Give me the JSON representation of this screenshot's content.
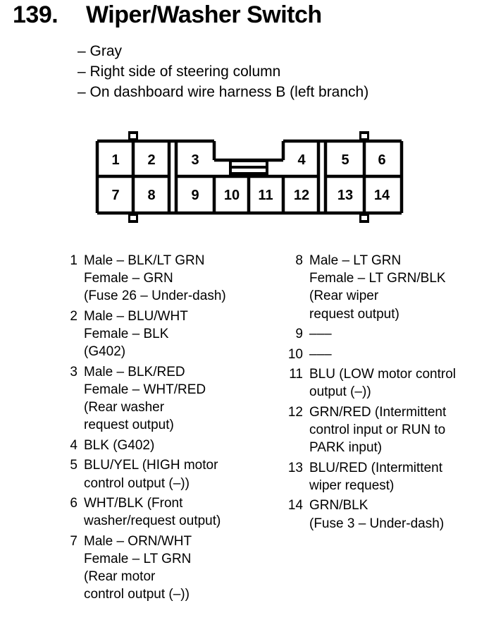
{
  "header": {
    "number": "139.",
    "title": "Wiper/Washer Switch"
  },
  "notes": [
    "– Gray",
    "– Right side of steering column",
    "– On dashboard wire harness B (left branch)"
  ],
  "connector": {
    "pins": [
      "1",
      "2",
      "3",
      "4",
      "5",
      "6",
      "7",
      "8",
      "9",
      "10",
      "11",
      "12",
      "13",
      "14"
    ]
  },
  "pin_list_left": [
    {
      "pin": "1",
      "lines": [
        "Male – BLK/LT GRN",
        "Female – GRN",
        "(Fuse 26 – Under-dash)"
      ]
    },
    {
      "pin": "2",
      "lines": [
        "Male – BLU/WHT",
        "Female – BLK",
        "(G402)"
      ]
    },
    {
      "pin": "3",
      "lines": [
        "Male – BLK/RED",
        "Female – WHT/RED",
        "(Rear washer",
        "request output)"
      ]
    },
    {
      "pin": "4",
      "lines": [
        "BLK (G402)"
      ]
    },
    {
      "pin": "5",
      "lines": [
        "BLU/YEL (HIGH motor",
        "control output (–))"
      ]
    },
    {
      "pin": "6",
      "lines": [
        "WHT/BLK (Front",
        "washer/request output)"
      ]
    },
    {
      "pin": "7",
      "lines": [
        "Male – ORN/WHT",
        "Female – LT GRN",
        "(Rear motor",
        "control output (–))"
      ]
    }
  ],
  "pin_list_right": [
    {
      "pin": "8",
      "lines": [
        "Male – LT GRN",
        "Female – LT GRN/BLK",
        "(Rear wiper",
        "request output)"
      ]
    },
    {
      "pin": "9",
      "lines": [
        "–––"
      ]
    },
    {
      "pin": "10",
      "lines": [
        "–––"
      ]
    },
    {
      "pin": "11",
      "lines": [
        "BLU (LOW motor control",
        "output (–))"
      ]
    },
    {
      "pin": "12",
      "lines": [
        "GRN/RED (Intermittent",
        "control input or RUN to",
        "PARK input)"
      ]
    },
    {
      "pin": "13",
      "lines": [
        "BLU/RED (Intermittent",
        "wiper request)"
      ]
    },
    {
      "pin": "14",
      "lines": [
        "GRN/BLK",
        "(Fuse 3 – Under-dash)"
      ]
    }
  ]
}
